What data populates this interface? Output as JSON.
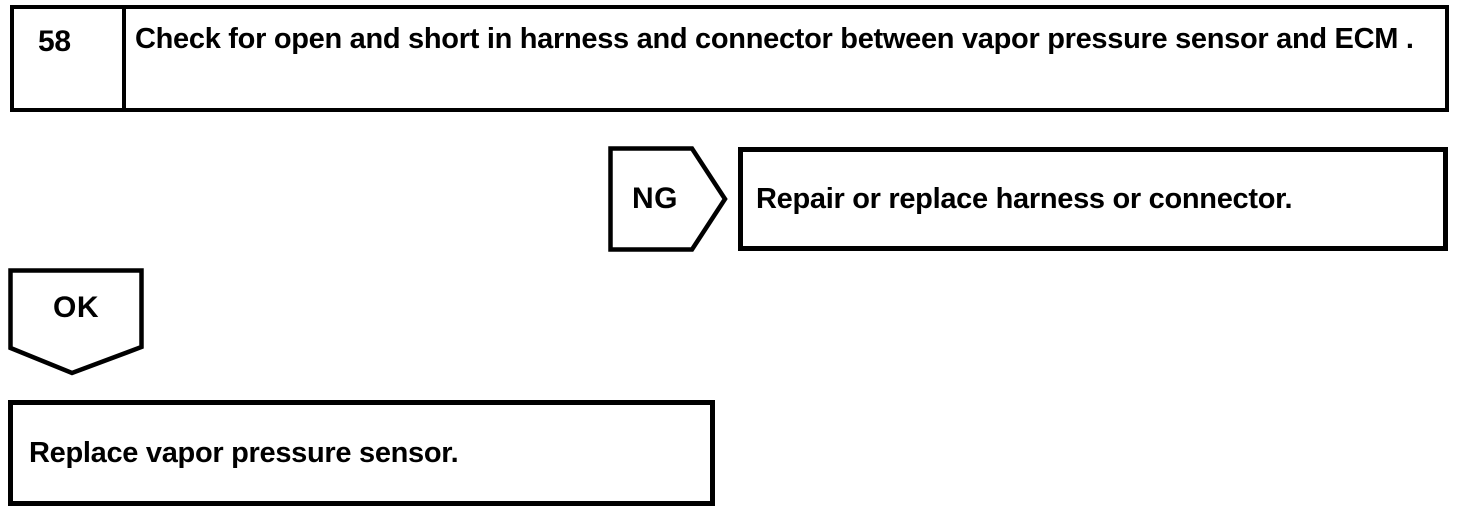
{
  "flowchart": {
    "step": {
      "number": "58",
      "instruction": "Check for open and short in harness and connector between vapor pressure sensor and ECM ."
    },
    "ng_branch": {
      "label": "NG",
      "action": "Repair or replace harness or connector."
    },
    "ok_branch": {
      "label": "OK",
      "action": "Replace vapor pressure sensor."
    }
  },
  "colors": {
    "ink": "#000000",
    "paper": "#ffffff"
  }
}
